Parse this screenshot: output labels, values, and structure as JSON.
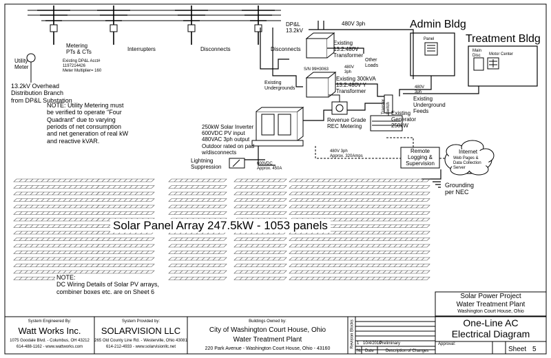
{
  "top": {
    "utility_meter": "Utility\nMeter",
    "metering": "Metering\nPTs & CTs",
    "meter_info": "Existing DP&L Acct#\n1197214426\nMeter Multiplier= 160",
    "interrupters": "Interrupters",
    "disconnects_1": "Disconnects",
    "disconnects_2": "Disconnects",
    "dpl": "DP&L\n13.2kV",
    "v480": "480V 3ph",
    "existing_transformer": "Existing\n13.2:480V\nTransformer",
    "other_loads": "Other\nLoads",
    "v480_small": "480V\n3ph",
    "existing_undergrounds": "Existing\nUndergrounds",
    "sn": "S/N 99H3063",
    "xfmr_300": "Existing 300kVA\n13.2:480V Y\nTransformer",
    "overhead": "13.2kV Overhead\nDistribution Branch\nfrom DP&L Substation"
  },
  "buildings": {
    "admin": "Admin Bldg",
    "panel": "Panel",
    "treatment": "Treatment Bldg",
    "main_disc": "Main\nDisc",
    "motor_center": "Motor Center",
    "v480_3ph": "480V\n3ph",
    "existing_ug_feeds": "Existing\nUnderground\nFeeds",
    "transfer_switch": "Transfer\nSwitch",
    "generator": "Existing\nGenerator\n250kW"
  },
  "note": "NOTE:  Utility Metering must\nbe verified to operate \"Four\nQuadrant\" due to varying\nperiods of net consumption\nand net generation of real kW\nand reactive kVAR.",
  "inverter": "250kW Solar Inverter\n600VDC PV input\n480VAC 3ph output\nOutdoor rated on pad\nw/disconnects",
  "revenue": "Revenue Grade\nREC Metering",
  "lightning": "Lightning\nSuppression",
  "dc_600": "600VDC\nApprox. 450A",
  "ac_480": "480V 3ph\nApprox. 320Amps",
  "remote": "Remote\nLogging &\nSupervision",
  "internet_title": "Internet",
  "internet_sub": "Web Pages &\nData Collection\nServer",
  "grounding": "Grounding\nper NEC",
  "array_title": "Solar Panel Array 247.5kW - 1053 panels",
  "dc_note": "NOTE:\nDC Wiring Details of Solar PV arrays,\ncombiner boxes etc. are on Sheet 6",
  "title_block": {
    "engineered_label": "System Engineered By:",
    "engineered_name": "Watt Works Inc.",
    "engineered_addr": "1075 Goodale Blvd. - Columbus, OH 43212",
    "engineered_contact": "614-488-1162  -  www.wattworks.com",
    "provided_label": "System Provided by:",
    "provided_name": "SOLARVISION LLC",
    "provided_addr": "265 Old County Line Rd. - Westerville, Ohio 43081",
    "provided_contact": "614-212-4933  -  www.solarvisionllc.net",
    "owned_label": "Buildings Owned by:",
    "owned_name": "City of Washington Court House, Ohio",
    "owned_site": "Water Treatment Plant",
    "owned_addr": "220 Park Avenue - Washington Court House, Ohio - 43160",
    "rev_no": "No",
    "rev_date": "Date",
    "rev_desc": "Description of Changes",
    "rev_1_no": "1",
    "rev_1_date": "10/4/2010",
    "rev_1_desc": "Preliminary",
    "side_text": "Revision Blocks",
    "project_1": "Solar Power Project",
    "project_2": "Water Treatment Plant",
    "project_3": "Washington Court House, Ohio",
    "drawing_title": "One-Line AC\nElectrical Diagram",
    "approval": "Approval:",
    "sheet_label": "Sheet",
    "sheet_no": "5"
  }
}
